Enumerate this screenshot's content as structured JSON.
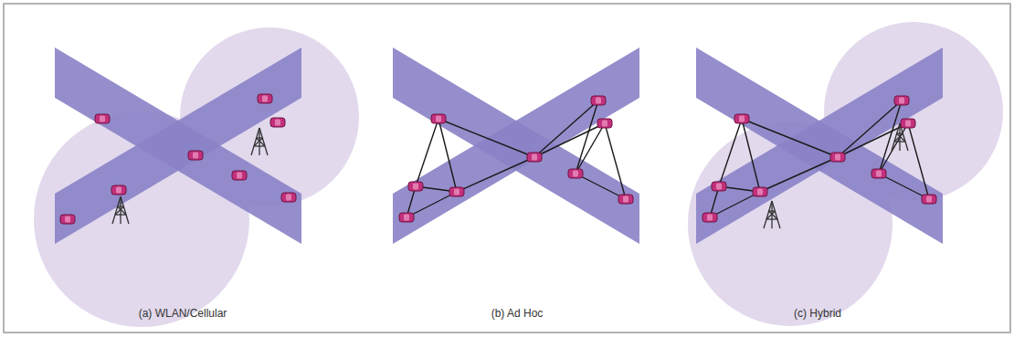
{
  "diagram": {
    "labels": [
      "(a) WLAN/Cellular",
      "(b) Ad Hoc",
      "(c) Hybrid"
    ]
  }
}
